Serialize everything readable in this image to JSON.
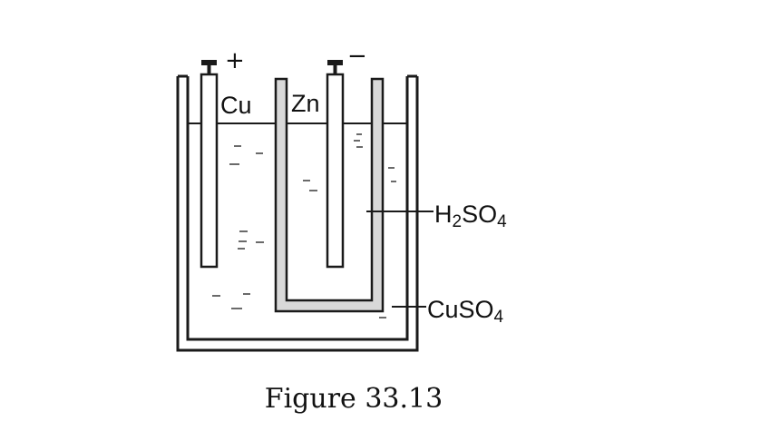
{
  "labels": {
    "positive_sign": "+",
    "negative_sign": "−",
    "copper": "Cu",
    "zinc": "Zn",
    "acid": {
      "base": "H",
      "sub1": "2",
      "mid": "SO",
      "sub2": "4"
    },
    "sulfate": {
      "base": "CuSO",
      "sub": "4"
    }
  },
  "caption": "Figure 33.13",
  "colors": {
    "ink": "#1a1a1a",
    "pot_fill": "#d9d9d9",
    "paper": "#ffffff"
  }
}
